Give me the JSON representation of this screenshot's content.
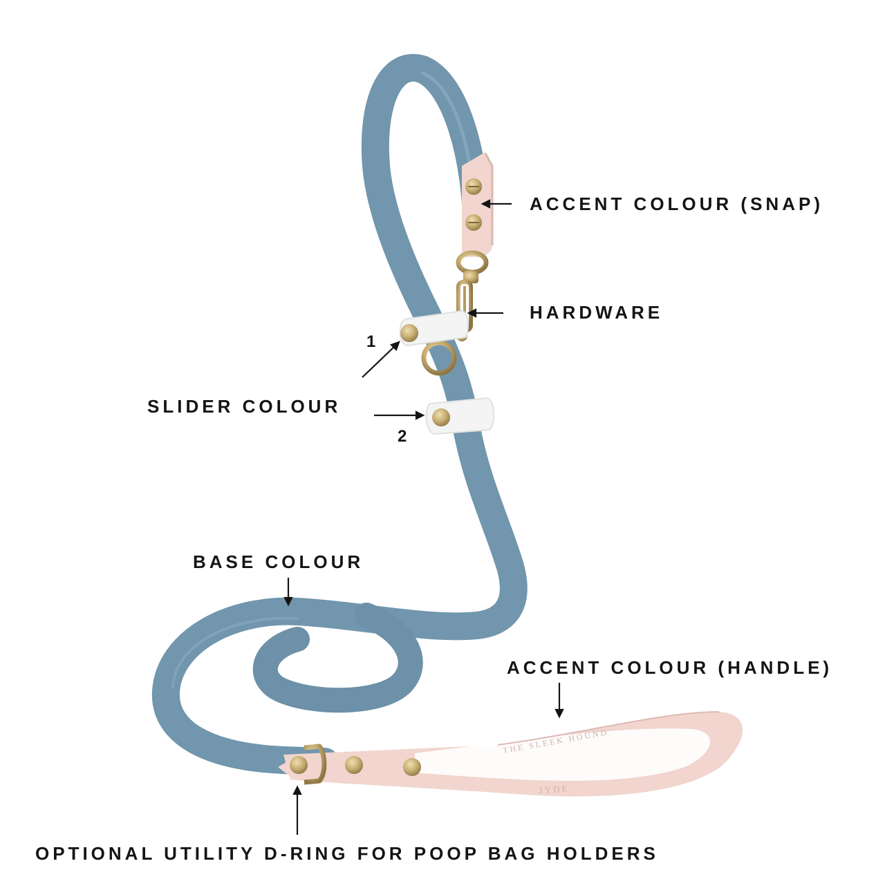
{
  "labels": {
    "accent_snap": "ACCENT COLOUR (SNAP)",
    "hardware": "HARDWARE",
    "slider": "SLIDER COLOUR",
    "slider_num_1": "1",
    "slider_num_2": "2",
    "base": "BASE COLOUR",
    "accent_handle": "ACCENT COLOUR (HANDLE)",
    "dring": "OPTIONAL UTILITY D-RING FOR POOP BAG HOLDERS"
  },
  "embossing": {
    "brand": "THE SLEEK HOUND",
    "name": "JYDE"
  },
  "colors": {
    "base": "#7196ad",
    "accent": "#f1d5ce",
    "slider": "#f3f4f3",
    "hardware": "#c9b178",
    "text": "#141414"
  }
}
